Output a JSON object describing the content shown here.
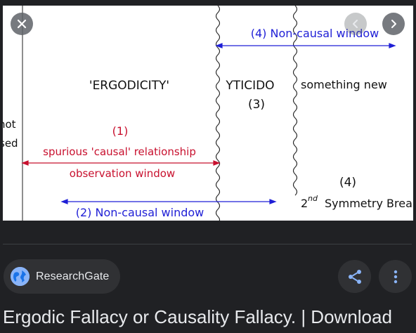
{
  "viewer": {
    "close_label": "Close",
    "prev_label": "Previous",
    "next_label": "Next"
  },
  "figure": {
    "label_ergodicity": "'ERGODICITY'",
    "label_mirrored": "YTICIDO",
    "label_3": "(3)",
    "label_something_new": "something new",
    "label_1": "(1)",
    "label_spurious": "spurious 'causal' relationship",
    "label_observation": "observation window",
    "label_noncausal_2": "(2) Non-causal window",
    "label_noncausal_4": "(4) Non-causal window",
    "label_4": "(4)",
    "label_symmetry_base": "2",
    "label_symmetry_sup": "nd",
    "label_symmetry_rest": "Symmetry Brea",
    "label_cut_top": "not",
    "label_cut_bottom": "sed",
    "colors": {
      "red": "#c8102e",
      "blue": "#1f1fd6",
      "black": "#111111"
    }
  },
  "source": {
    "name": "ResearchGate",
    "icon": "globe-icon"
  },
  "actions": {
    "share_icon": "share-icon",
    "more_icon": "more-vert-icon"
  },
  "title": "Ergodic Fallacy or Causality Fallacy. | Download"
}
